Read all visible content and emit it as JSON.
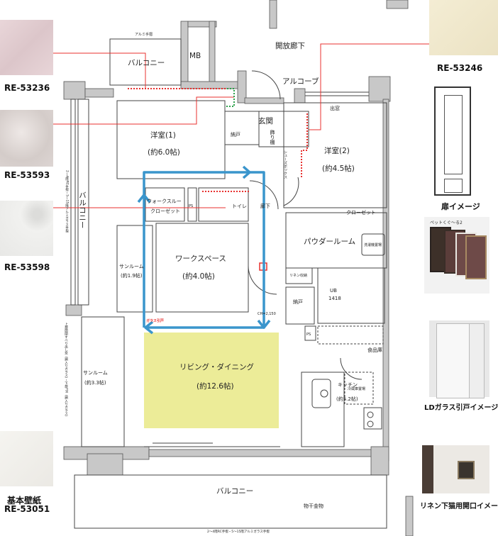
{
  "swatches_left": [
    {
      "code": "RE-53236",
      "color": "#e6d3d6"
    },
    {
      "code": "RE-53593",
      "color": "#ddd6d4"
    },
    {
      "code": "RE-53598",
      "color": "#eeeeec"
    }
  ],
  "swatch_right": {
    "code": "RE-53246",
    "color": "#f2ead0"
  },
  "base_wallpaper": {
    "title": "基本壁紙",
    "code": "RE-53051",
    "color": "#f3f2ee"
  },
  "images": {
    "door": "扉イメージ",
    "pet_door_title": "ペットくぐ～る2",
    "ld_glass": "LDガラス引戸イメージ",
    "linen": "リネン下猫用開口イメージ"
  },
  "plan": {
    "open_corridor": "開放廊下",
    "alcove": "アルコーブ",
    "mb": "MB",
    "aluminum_handrail": "アルミ手摺",
    "balcony_top": "バルコニー",
    "balcony_left": "バルコニー",
    "balcony_bottom": "バルコニー",
    "bay_window": "出窓",
    "entrance": "玄関",
    "storage": "納戸",
    "storage2": "納戸",
    "display_shelf": "飾り棚",
    "shoe_box": "シューズボックス",
    "western1": "洋室(1)",
    "western1_size": "(約6.0帖)",
    "western2": "洋室(2)",
    "western2_size": "(約4.5帖)",
    "walkthrough1": "ウォークスルー",
    "walkthrough2": "クローゼット",
    "ps": "PS",
    "ps2": "PS",
    "toilet": "トイレ",
    "hallway": "廊下",
    "closet": "クローゼット",
    "powder": "パウダールーム",
    "washer": "洗濯機置場",
    "linen": "リネン収納",
    "ub": "UB",
    "ub_size": "1418",
    "workspace": "ワークスペース",
    "workspace_size": "(約4.0帖)",
    "sunroom1": "サンルーム",
    "sunroom1_size": "(約1.9帖)",
    "glass_door": "ガラス引戸",
    "ch": "CH=2,150",
    "living": "リビング・ダイニング",
    "living_size": "(約12.6帖)",
    "sunroom2": "サンルーム",
    "sunroom2_size": "(約3.3帖)",
    "pantry": "食品庫",
    "kitchen": "キッチン",
    "kitchen_size": "(約5.2帖)",
    "fridge": "冷蔵庫置場",
    "laundry_hardware": "物干金物",
    "handrail_note_left": "2～4階RC手摺・5～15階アルミガラス手摺",
    "handrail_note_bottom": "2～4階RC手摺・5～15階アルミガラス手摺",
    "sunroom_note": "上部開閉すべり出し窓（網入りガラス）・下部FIX（網入りガラス）"
  },
  "colors": {
    "red": "#e8312f",
    "blue": "#3a95cc",
    "yellow": "#ecec98",
    "wall": "#c8c8c8",
    "green": "#2ca14a"
  }
}
